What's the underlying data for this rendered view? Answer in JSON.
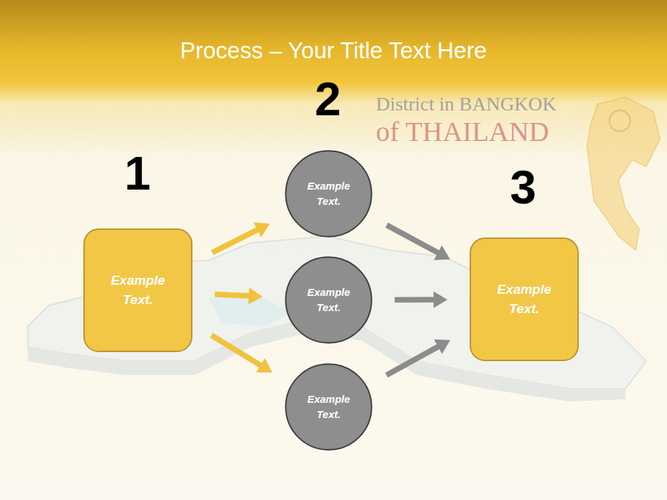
{
  "diagram": {
    "title": "Process – Your Title Text Here",
    "nodes": [
      {
        "text": [
          "Example Text."
        ]
      },
      {
        "text": [
          "Example Text."
        ]
      },
      {
        "text": [
          "Example Text."
        ]
      },
      {
        "text": [
          "Example Text."
        ]
      },
      {
        "text": [
          "Example Text."
        ]
      }
    ],
    "edges": [
      {
        "from": 0,
        "to": 1,
        "arrow": "to"
      },
      {
        "from": 0,
        "to": 2,
        "arrow": "to"
      },
      {
        "from": 0,
        "to": 3,
        "arrow": "to"
      },
      {
        "from": 1,
        "to": 4,
        "arrow": "to"
      },
      {
        "from": 2,
        "to": 4,
        "arrow": "to"
      },
      {
        "from": 3,
        "to": 4,
        "arrow": "to"
      }
    ],
    "labels": [
      "1",
      "2",
      "3",
      "District in BANGKOK",
      "of THAILAND"
    ]
  }
}
